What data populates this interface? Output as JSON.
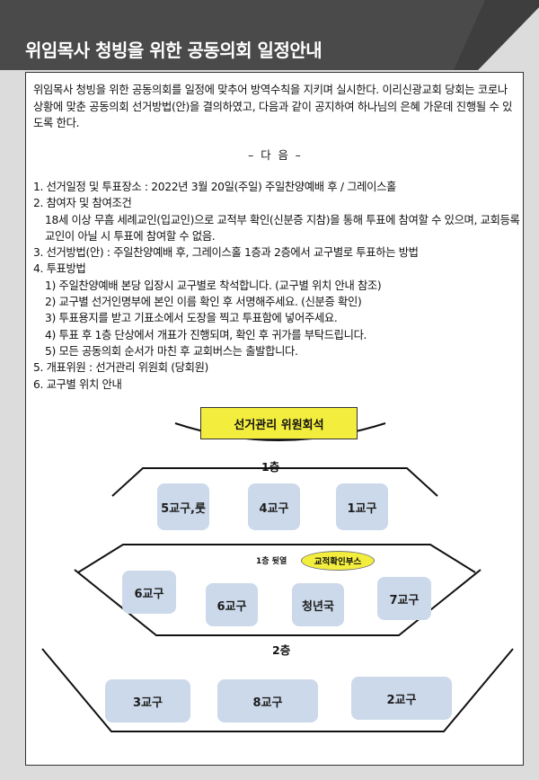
{
  "title": "위임목사 청빙을 위한 공동의회 일정안내",
  "intro": "위임목사 청빙을 위한 공동의회를 일정에 맞추어 방역수칙을 지키며 실시한다. 이리신광교회 당회는 코로나 상황에 맞춘 공동의회 선거방법(안)을 결의하였고, 다음과 같이 공지하여 하나님의 은혜 가운데 진행될 수 있도록 한다.",
  "heading": "– 다      음 –",
  "items": {
    "i1": "1. 선거일정 및 투표장소 : 2022년 3월 20일(주일) 주일찬양예배 후 / 그레이스홀",
    "i2": "2. 참여자 및 참여조건",
    "i2_text": "18세 이상 무흠 세례교인(입교인)으로 교적부 확인(신분증 지참)을 통해 투표에 참여할 수 있으며, 교회등록교인이 아닐 시 투표에 참여할 수 없음.",
    "i3": "3. 선거방법(안) : 주일찬양예배 후, 그레이스홀 1층과 2층에서 교구별로 투표하는 방법",
    "i4": "4. 투표방법",
    "i4_1": "1) 주일찬양예배 본당 입장시 교구별로 착석합니다. (교구별 위치 안내 참조)",
    "i4_2": "2) 교구별 선거인명부에 본인 이름 확인 후 서명해주세요. (신분증 확인)",
    "i4_3": "3) 투표용지를 받고 기표소에서 도장을 찍고 투표함에 넣어주세요.",
    "i4_4": "4) 투표 후 1층 단상에서 개표가 진행되며, 확인 후 귀가를 부탁드립니다.",
    "i4_5": "5) 모든 공동의회 순서가 마친 후 교회버스는 출발합니다.",
    "i5": "5. 개표위원 : 선거관리 위원회 (당회원)",
    "i6": "6. 교구별 위치 안내"
  },
  "diagram": {
    "committee": "선거관리 위원회석",
    "floor1": "1층",
    "floor2": "2층",
    "back_row": "1층 뒷열",
    "registry_booth": "교적확인부스",
    "row1": [
      "5교구,룻",
      "4교구",
      "1교구"
    ],
    "row2": [
      "6교구",
      "6교구",
      "청년국",
      "7교구"
    ],
    "row3": [
      "3교구",
      "8교구",
      "2교구"
    ]
  },
  "colors": {
    "header": "#4a4a4a",
    "yellow": "#f3ee3e",
    "box": "#ccd9ea"
  }
}
